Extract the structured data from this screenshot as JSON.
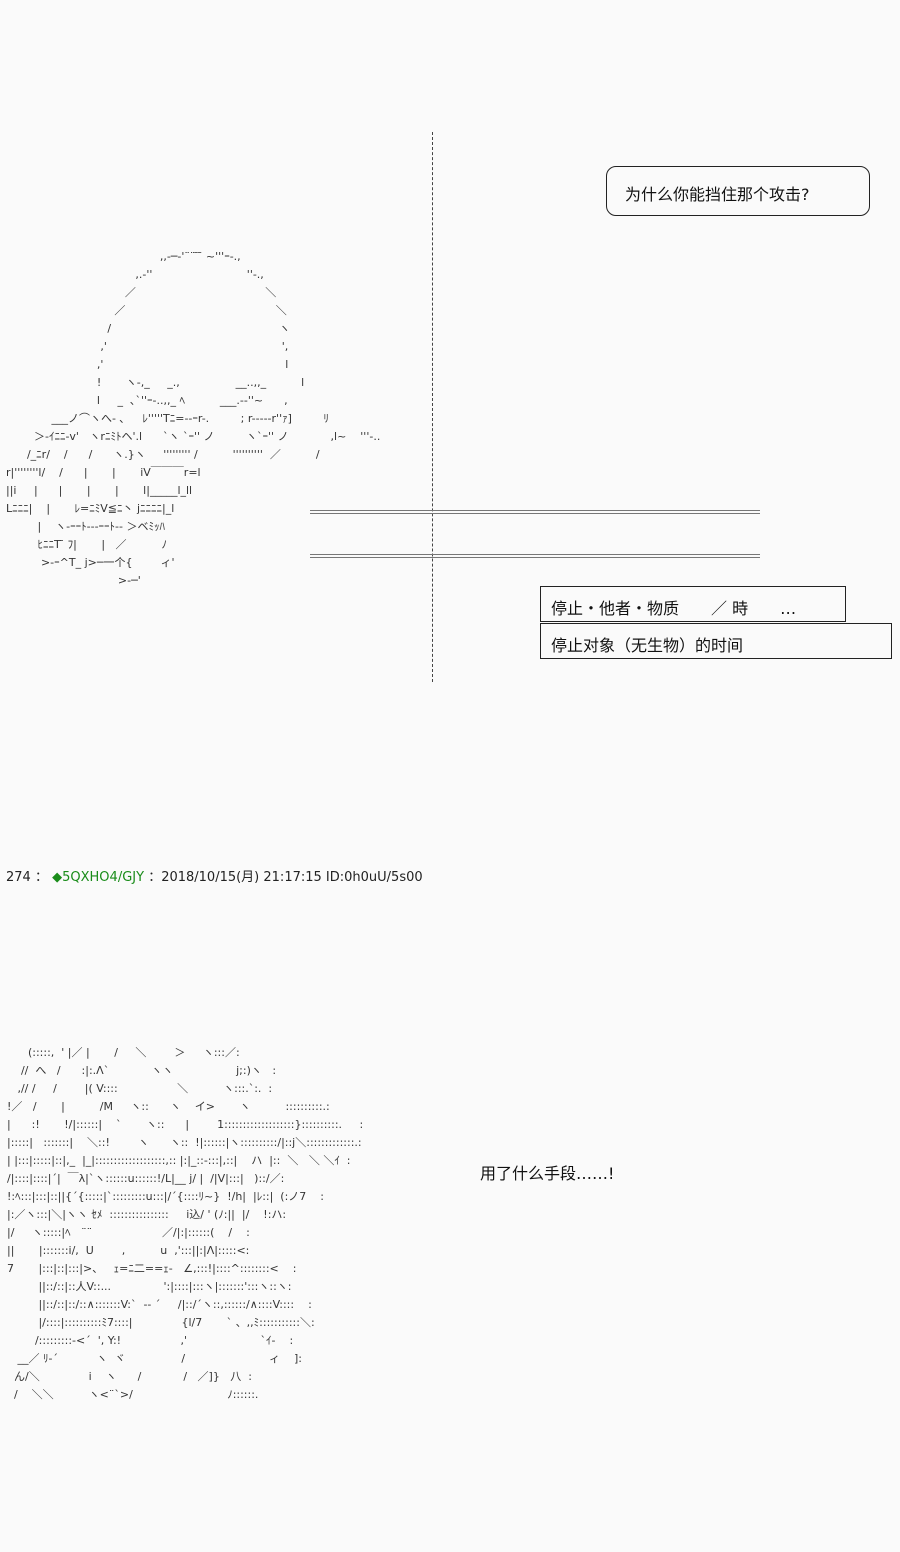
{
  "panel1": {
    "bubble_text": "为什么你能挡住那个攻击?",
    "caption_1": "停止・他者・物质　　／ 時　　…",
    "caption_2": "停止对象（无生物）的时间",
    "art_lines": [
      "                                            ,,-─‐'¨¨ ̄ ̄ ~'''ｰ-.,",
      "                                     ,.-''                           ''-.,",
      "                                  ／                                     ＼",
      "                               ／                                           ＼",
      "                             /                                                ヽ",
      "                           ,'                                                  ',",
      "                          ,'                                                    l",
      "                          !       ヽ-,_     _.,                __..,,_          l",
      "                          l     _  ､`''ｰ-..,,_ ﾍ          ___.-‐''~      ,",
      "             ___ノ⌒ヽへ- ､     ﾚ'''''Tﾆ=--ｰr-.         ; r-----r''ｧ]         ﾘ",
      "        ＞-ｲﾆﾆ-v'   ヽrﾆﾐﾄヘ'.l      `ヽ `ｰ'' ノ         ヽ`ｰ'' ノ            ,l~    '''-..",
      "      /_ﾆr/    /      /      ヽ.}ヽ     ''''''''' /          ''''''''''  ／          /",
      "r|''''''''l/    /      |       |       iV￣￣￣r=l",
      "||i     |      |       |       |       l|_____l_ll",
      "Lﾆﾆﾆ|    |       ﾚ=ﾆﾐV≦ﾆ丶 jﾆﾆﾆﾆ|_l",
      "         |    ヽ-ｰｰﾄ---ｰｰﾄ-- ＞ベﾐｯﾊ",
      "         ﾋﾆﾆT ̄ ﾌ|       |   ／          ﾉ",
      "          >-ｰ^T_ j>─一个{        ィ'",
      "                                >-─'"
    ]
  },
  "post": {
    "number": "274",
    "separator": "：",
    "diamond": "◆",
    "trip": "5QXHO4/GJY",
    "date": "：2018/10/15(月) 21:17:15 ID:0h0uU/5s00"
  },
  "panel2": {
    "speech": "用了什么手段……!",
    "art_lines": [
      "        (:::::,  ' |／ |       /     ＼        ＞     ヽ:::／:",
      "      //  へ   /      :|:.Λ`            ヽヽ                  j;:)ヽ   :",
      "     ,// /     /        |( V::::                 ＼          ヽ:::.`:.  :",
      "  !／   /       |          /M     ヽ::      ヽ    イ>       ヽ          ::::::::::.:",
      "  |      :!       !/|::::::|    `       ヽ::      |        1:::::::::::::::::::}::::::::::.     :",
      "  |:::::|   :::::::|    ＼::!        ヽ      ヽ::  !|::::::|ヽ::::::::::/|::j＼:::::::::::::.:",
      "  | |:::|:::::|::|,_  |_|:::::::::::::::::::,:: |:|_::-:::|,::|    ハ  |::  ＼   ＼ ＼ｲ  :",
      "  /|::::|::::|´|  ￣λ|`ヽ::::::u::::::!/L|__ j/ |  /|V|:::|   )::/／:",
      "  !:ﾍ:::|:::|::||{´{:::::|`:::::::::u:::|/´{::::ﾘ~}  !/h|  |ﾚ::|  (:ノ7    :",
      "  |:／ヽ:::|＼|ヽヽ ｾﾒ  ::::::::::::::::     i込/ ' (ﾉ:||  |/    !:ハ:",
      "  |/     ヽ:::::|ﾍ   ¨¨                    ／/|:|::::::(    /    :",
      "  ||       |:::::::i/,  U        ,          u  ,':::||:|Λ|:::::<:",
      "  7       |:::|::|:::|>、   ｪ=ﾆ二==ｪ-   ∠,:::!|::::^::::::::<    :",
      "           ||::/::|::人V::...               ':|::::|:::ヽ|:::::::':::ヽ::ヽ:",
      "           ||::/::|::/::∧:::::::V:`  -- ´     /|::/´ヽ::,::::::/∧::::V::::    :",
      "           |/::::|::::::::::ﾐ7::::|              {l/7       ` 、,,ﾐ:::::::::::＼:",
      "          /:::::::::-<´  ', Y:!                 ,'                     `ｲ-    :",
      "     __／ ﾘ-´           ヽ  ヾ                /                        ィ    ]:",
      "    ん/＼              i    ヽ      /            /   ／]}   八  :",
      "    /    ＼＼          ヽ<¨`>/                           ﾉ::::::."
    ]
  }
}
